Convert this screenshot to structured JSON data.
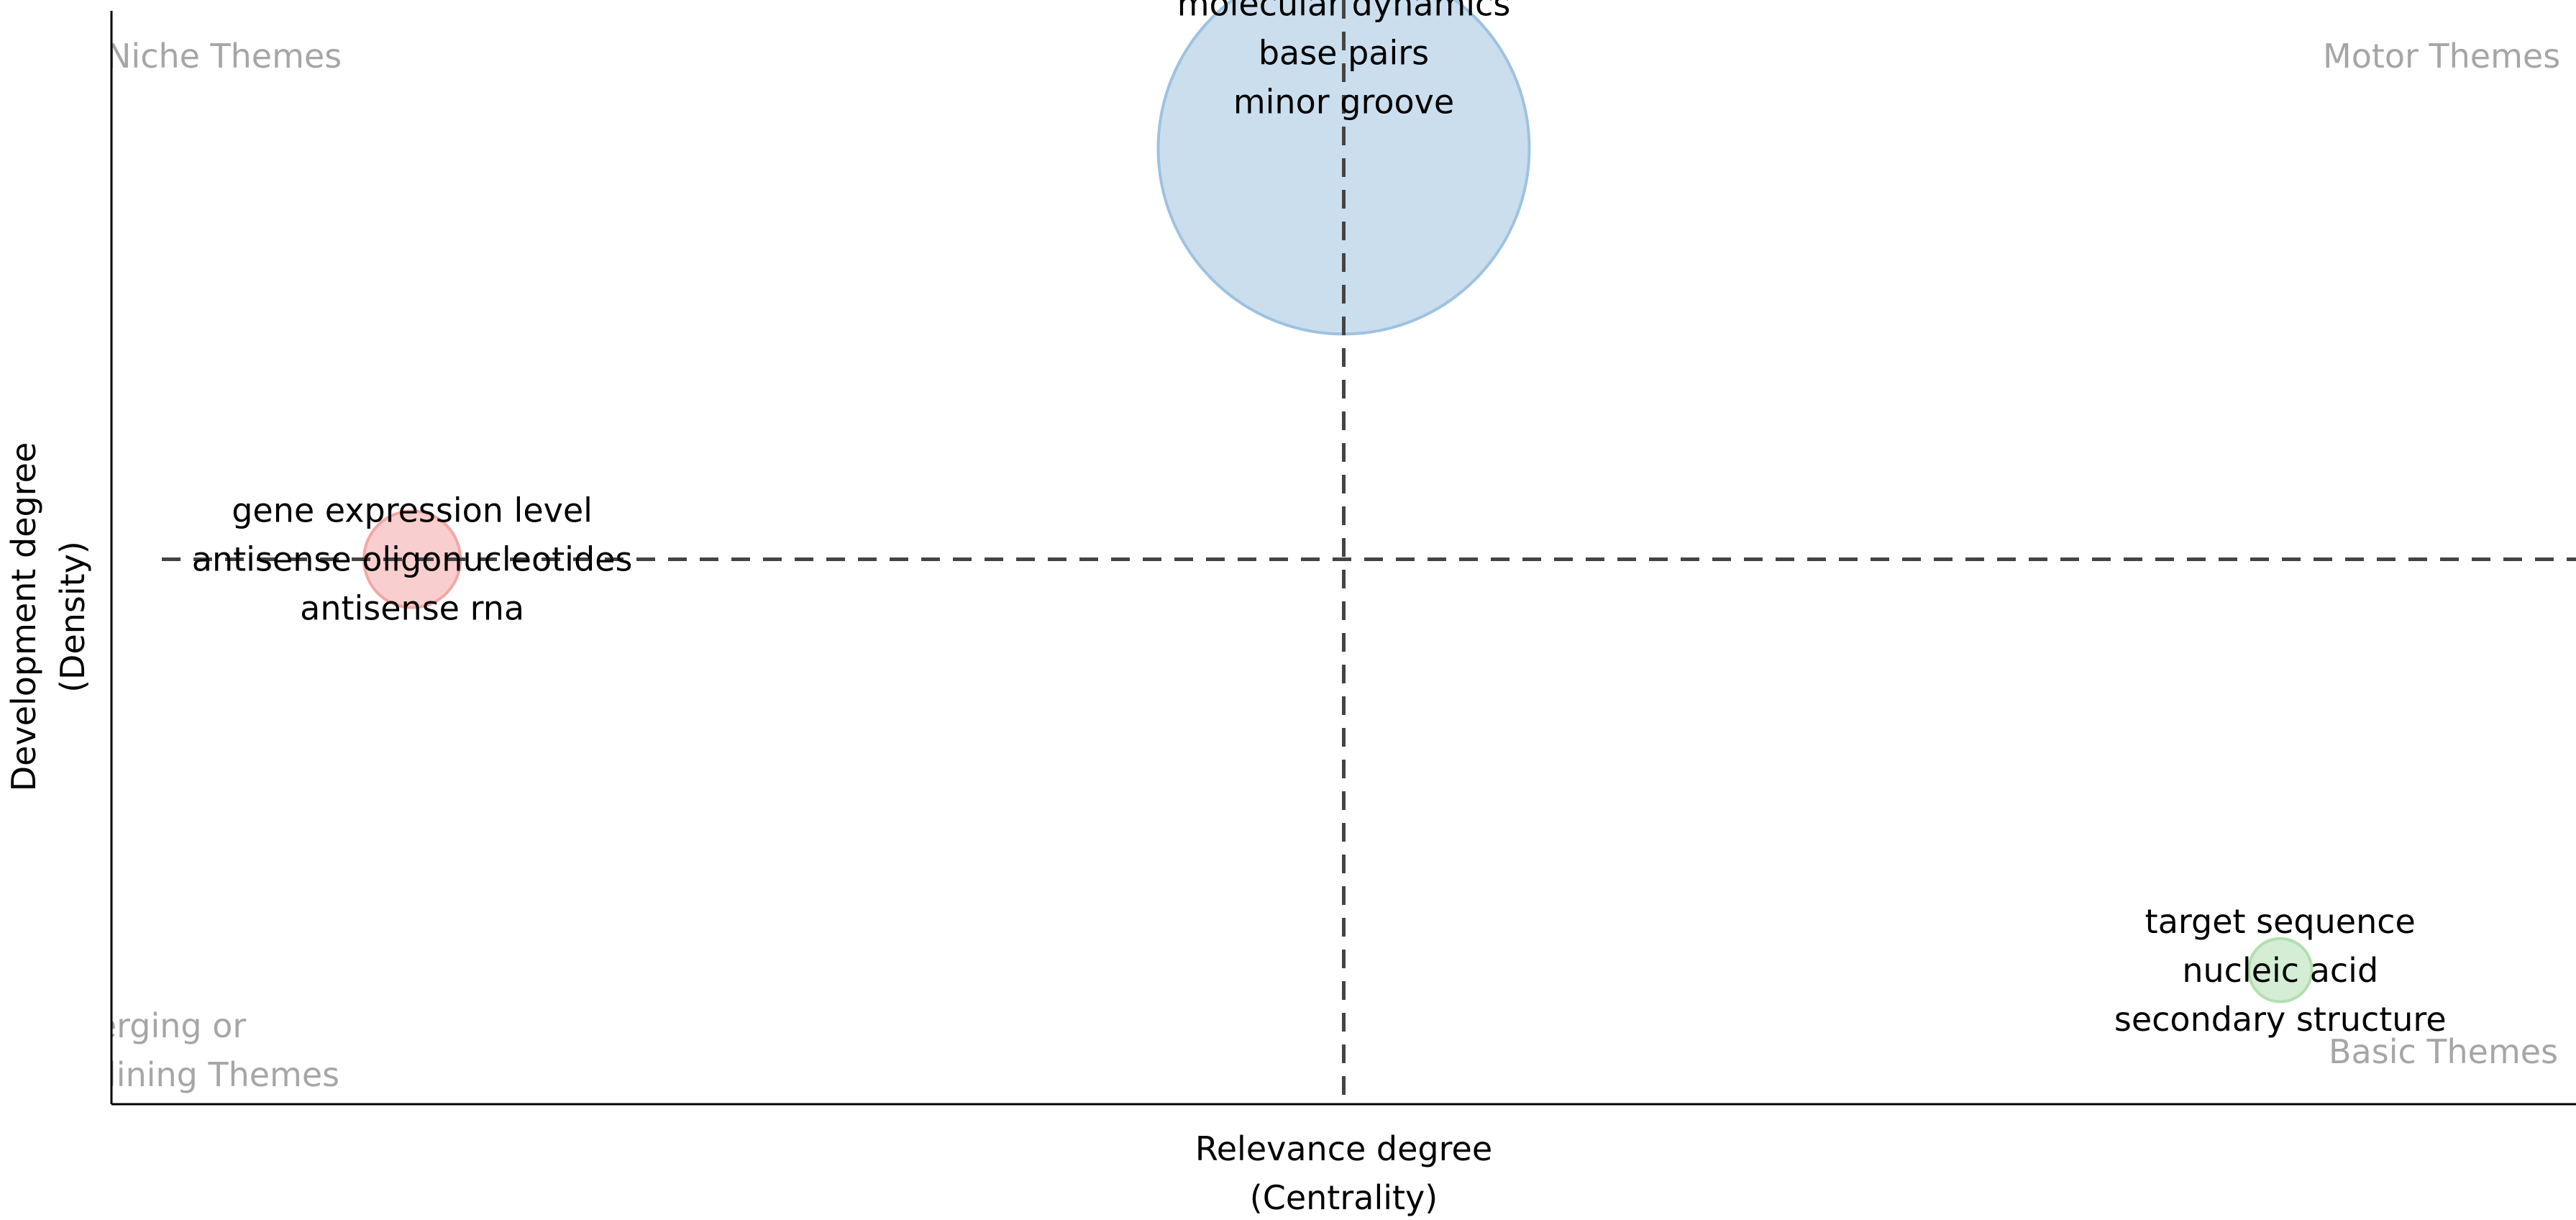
{
  "chart_data": {
    "type": "scatter",
    "title": "",
    "xlabel": [
      "Relevance degree",
      "(Centrality)"
    ],
    "ylabel": [
      "Development degree",
      "(Density)"
    ],
    "xlim": [
      0,
      1
    ],
    "ylim": [
      0,
      1
    ],
    "reference_lines": {
      "x": 0.5,
      "y": 0.5
    },
    "grid": false,
    "quadrant_labels": [
      {
        "name": "niche-themes",
        "lines": [
          "Niche Themes"
        ],
        "quadrant": "top-left"
      },
      {
        "name": "motor-themes",
        "lines": [
          "Motor Themes"
        ],
        "quadrant": "top-right"
      },
      {
        "name": "emerging-declining-themes",
        "lines": [
          "Emerging or",
          "Declining Themes"
        ],
        "quadrant": "bottom-left"
      },
      {
        "name": "basic-themes",
        "lines": [
          "Basic Themes"
        ],
        "quadrant": "bottom-right"
      }
    ],
    "clusters": [
      {
        "id": "molecular-dynamics",
        "x": 0.5,
        "y": 0.877,
        "size": 1.0,
        "color": "#9ec2e0",
        "labels": [
          "molecular dynamics",
          "base pairs",
          "minor groove"
        ]
      },
      {
        "id": "gene-expression",
        "x": 0.122,
        "y": 0.5,
        "size": 0.26,
        "color": "#f4a6a6",
        "labels": [
          "gene expression level",
          "antisense oligonucleotides",
          "antisense rna"
        ]
      },
      {
        "id": "target-sequence",
        "x": 0.88,
        "y": 0.123,
        "size": 0.17,
        "color": "#b2dfb0",
        "labels": [
          "target sequence",
          "nucleic acid",
          "secondary structure"
        ]
      }
    ]
  }
}
